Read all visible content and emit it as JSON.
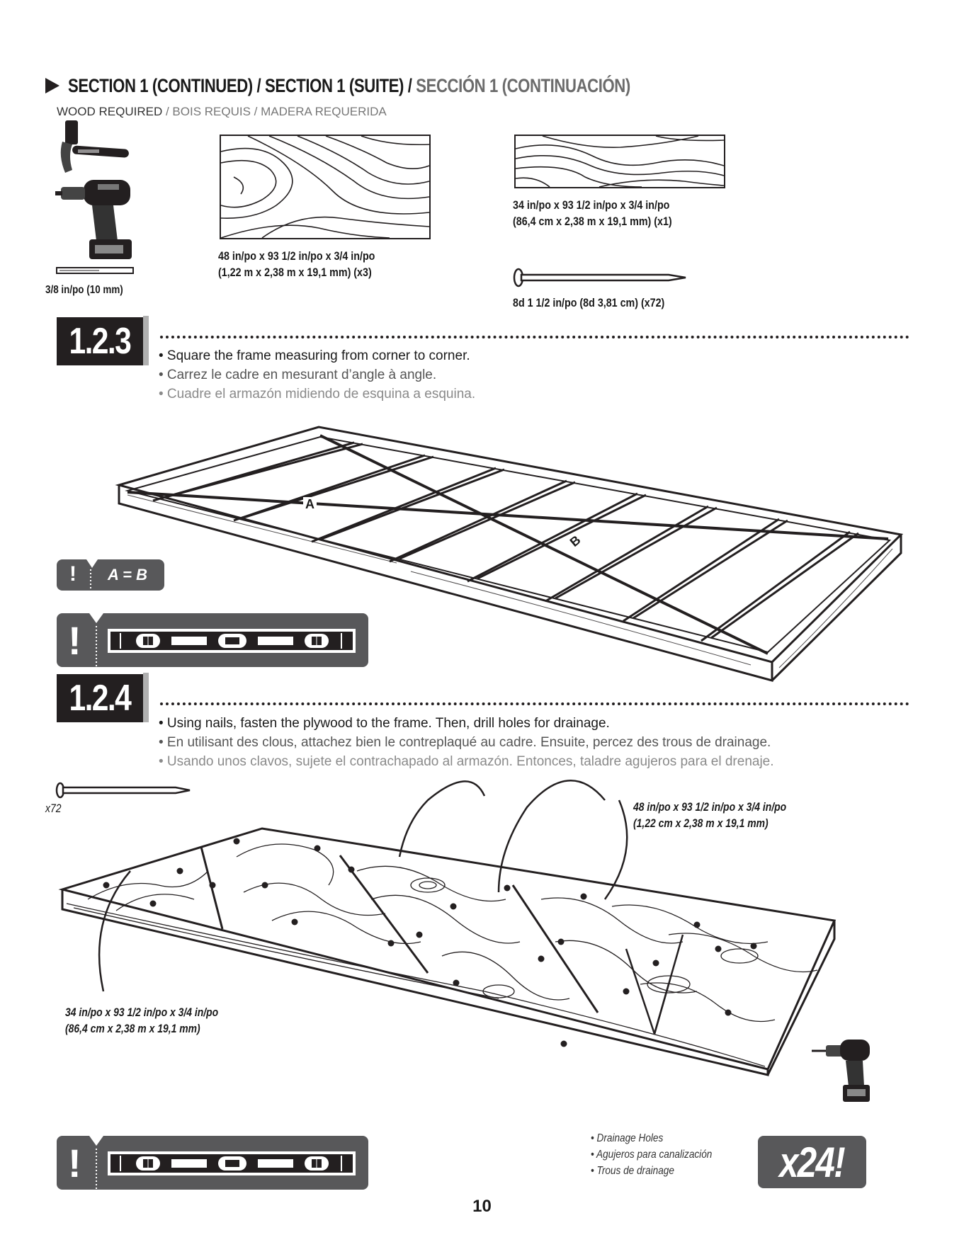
{
  "header": {
    "title_en": "SECTION 1 (CONTINUED)",
    "title_fr": "SECTION 1 (SUITE)",
    "title_es": "SECCIÓN 1 (CONTINUACIÓN)",
    "sep": " / ",
    "wood_en": "WOOD REQUIRED",
    "wood_fr": "BOIS REQUIS",
    "wood_es": "MADERA REQUERIDA"
  },
  "parts": {
    "drill_bit": "3/8 in/po (10 mm)",
    "board_large_line1": "48 in/po x 93 1/2 in/po x 3/4 in/po",
    "board_large_line2": "(1,22 m x 2,38 m x  19,1 mm) (x3)",
    "board_small_line1": "34 in/po x 93 1/2 in/po x 3/4 in/po",
    "board_small_line2": "(86,4 cm x 2,38 m x 19,1 mm) (x1)",
    "nail": "8d 1 1/2 in/po (8d 3,81 cm) (x72)"
  },
  "step_123": {
    "number": "1.2.3",
    "line_en": "• Square the frame measuring from corner to corner.",
    "line_fr": "• Carrez le cadre en mesurant d’angle à angle.",
    "line_es": "• Cuadre el armazón midiendo de esquina a esquina.",
    "label_a": "A",
    "label_b": "B",
    "equation": "A = B",
    "bang": "!"
  },
  "step_124": {
    "number": "1.2.4",
    "line_en": "• Using nails, fasten the plywood to the frame. Then, drill holes for drainage.",
    "line_fr": "• En utilisant des clous, attachez bien le contreplaqué au cadre. Ensuite, percez des trous de drainage.",
    "line_es": "• Usando unos clavos, sujete el contrachapado al armazón. Entonces, taladre agujeros para el drenaje.",
    "nail_count": "x72",
    "large_line1": "48 in/po x 93 1/2 in/po x 3/4 in/po",
    "large_line2": "(1,22 cm x 2,38 m x 19,1 mm)",
    "small_line1": "34 in/po x 93 1/2 in/po x 3/4 in/po",
    "small_line2": "(86,4 cm x 2,38 m x  19,1 mm)",
    "drain_en": "• Drainage Holes",
    "drain_es": "• Agujeros para canalización",
    "drain_fr": "• Trous de drainage",
    "count": "x24!",
    "bang": "!"
  },
  "page_number": "10",
  "icons": [
    "hammer-icon",
    "drill-icon",
    "drill-bit-icon",
    "nail-icon",
    "level-icon",
    "warning-icon"
  ]
}
